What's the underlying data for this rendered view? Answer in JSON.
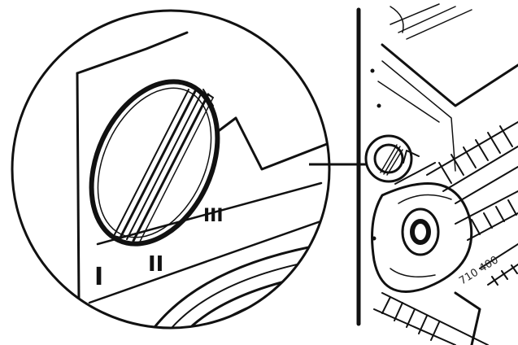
{
  "detail_markers": [
    "I",
    "II",
    "III"
  ],
  "part_label": "710 400",
  "colors": {
    "line": "#111111",
    "background": "#ffffff"
  }
}
